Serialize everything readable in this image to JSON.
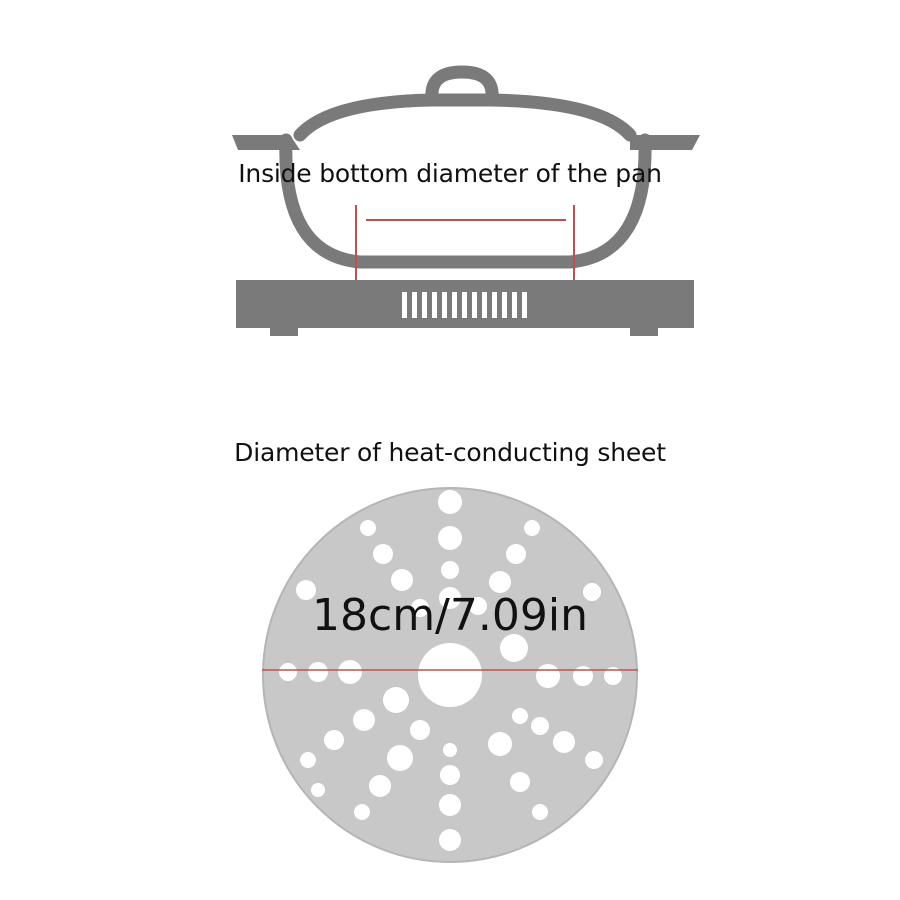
{
  "pan_diagram": {
    "label": "Inside bottom diameter of the pan"
  },
  "sheet_diagram": {
    "label": "Diameter of heat-conducting sheet",
    "size_text": "18cm/7.09in"
  },
  "colors": {
    "outline": "#7a7a7a",
    "measure_line": "#c0504d",
    "sheet_fill": "#c8c8c8",
    "sheet_edge": "#b5b5b5",
    "hole": "#ffffff"
  }
}
